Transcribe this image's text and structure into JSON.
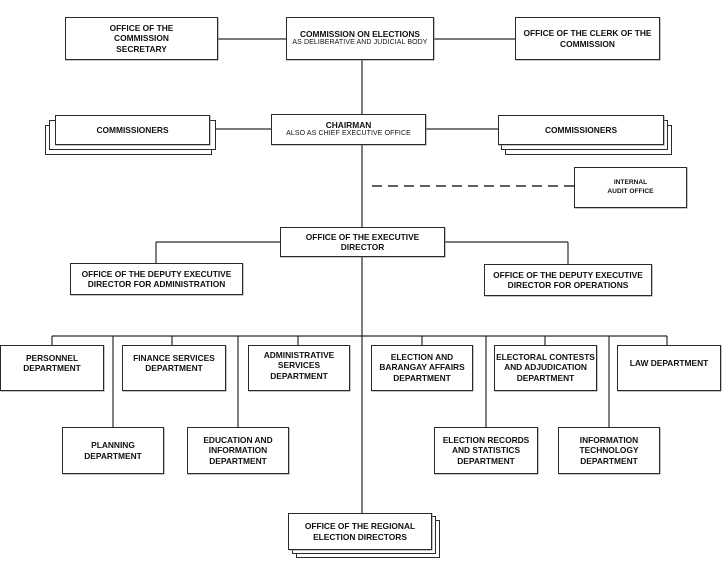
{
  "colors": {
    "line": "#2a2a2a",
    "box_fill": "#ffffff",
    "text": "#111111"
  },
  "nodes": {
    "comelec": {
      "l1": "COMMISSION ON ELECTIONS",
      "l2": "AS DELIBERATIVE AND JUDICIAL BODY"
    },
    "secretary": {
      "l1": "OFFICE OF THE",
      "l2": "COMMISSION",
      "l3": "SECRETARY"
    },
    "clerk": {
      "l1": "OFFICE OF THE CLERK OF THE",
      "l2": "COMMISSION"
    },
    "chairman": {
      "l1": "CHAIRMAN",
      "l2": "ALSO AS CHIEF EXECUTIVE OFFICE"
    },
    "commissioners_left": {
      "l1": "COMMISSIONERS"
    },
    "commissioners_right": {
      "l1": "COMMISSIONERS"
    },
    "internal_audit": {
      "l1": "INTERNAL",
      "l2": "AUDIT OFFICE"
    },
    "exec_director": {
      "l1": "OFFICE OF THE EXECUTIVE",
      "l2": "DIRECTOR"
    },
    "deputy_admin": {
      "l1": "OFFICE OF THE DEPUTY EXECUTIVE",
      "l2": "DIRECTOR FOR ADMINISTRATION"
    },
    "deputy_ops": {
      "l1": "OFFICE OF THE DEPUTY EXECUTIVE",
      "l2": "DIRECTOR FOR OPERATIONS"
    },
    "personnel": {
      "l1": "PERSONNEL",
      "l2": "DEPARTMENT"
    },
    "finance": {
      "l1": "FINANCE SERVICES",
      "l2": "DEPARTMENT"
    },
    "admin_services": {
      "l1": "ADMINISTRATIVE",
      "l2": "SERVICES",
      "l3": "DEPARTMENT"
    },
    "election_barangay": {
      "l1": "ELECTION AND",
      "l2": "BARANGAY AFFAIRS",
      "l3": "DEPARTMENT"
    },
    "electoral_contests": {
      "l1": "ELECTORAL CONTESTS",
      "l2": "AND ADJUDICATION",
      "l3": "DEPARTMENT"
    },
    "law": {
      "l1": "LAW DEPARTMENT"
    },
    "planning": {
      "l1": "PLANNING",
      "l2": "DEPARTMENT"
    },
    "education": {
      "l1": "EDUCATION AND",
      "l2": "INFORMATION",
      "l3": "DEPARTMENT"
    },
    "records": {
      "l1": "ELECTION RECORDS",
      "l2": "AND STATISTICS",
      "l3": "DEPARTMENT"
    },
    "it": {
      "l1": "INFORMATION",
      "l2": "TECHNOLOGY",
      "l3": "DEPARTMENT"
    },
    "regional": {
      "l1": "OFFICE OF THE REGIONAL",
      "l2": "ELECTION DIRECTORS"
    }
  }
}
